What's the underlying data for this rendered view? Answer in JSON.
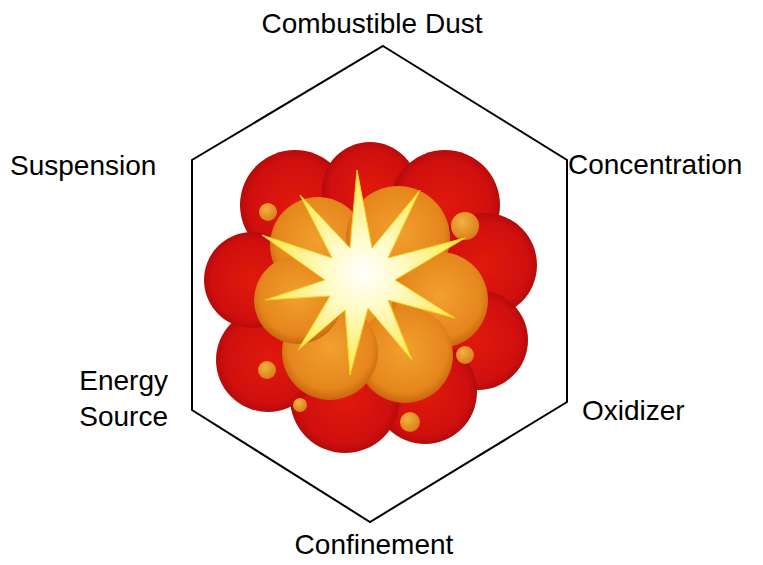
{
  "diagram": {
    "labels": [
      "Combustible Dust",
      "Concentration",
      "Oxidizer",
      "Confinement",
      "Energy Source",
      "Suspension"
    ]
  }
}
